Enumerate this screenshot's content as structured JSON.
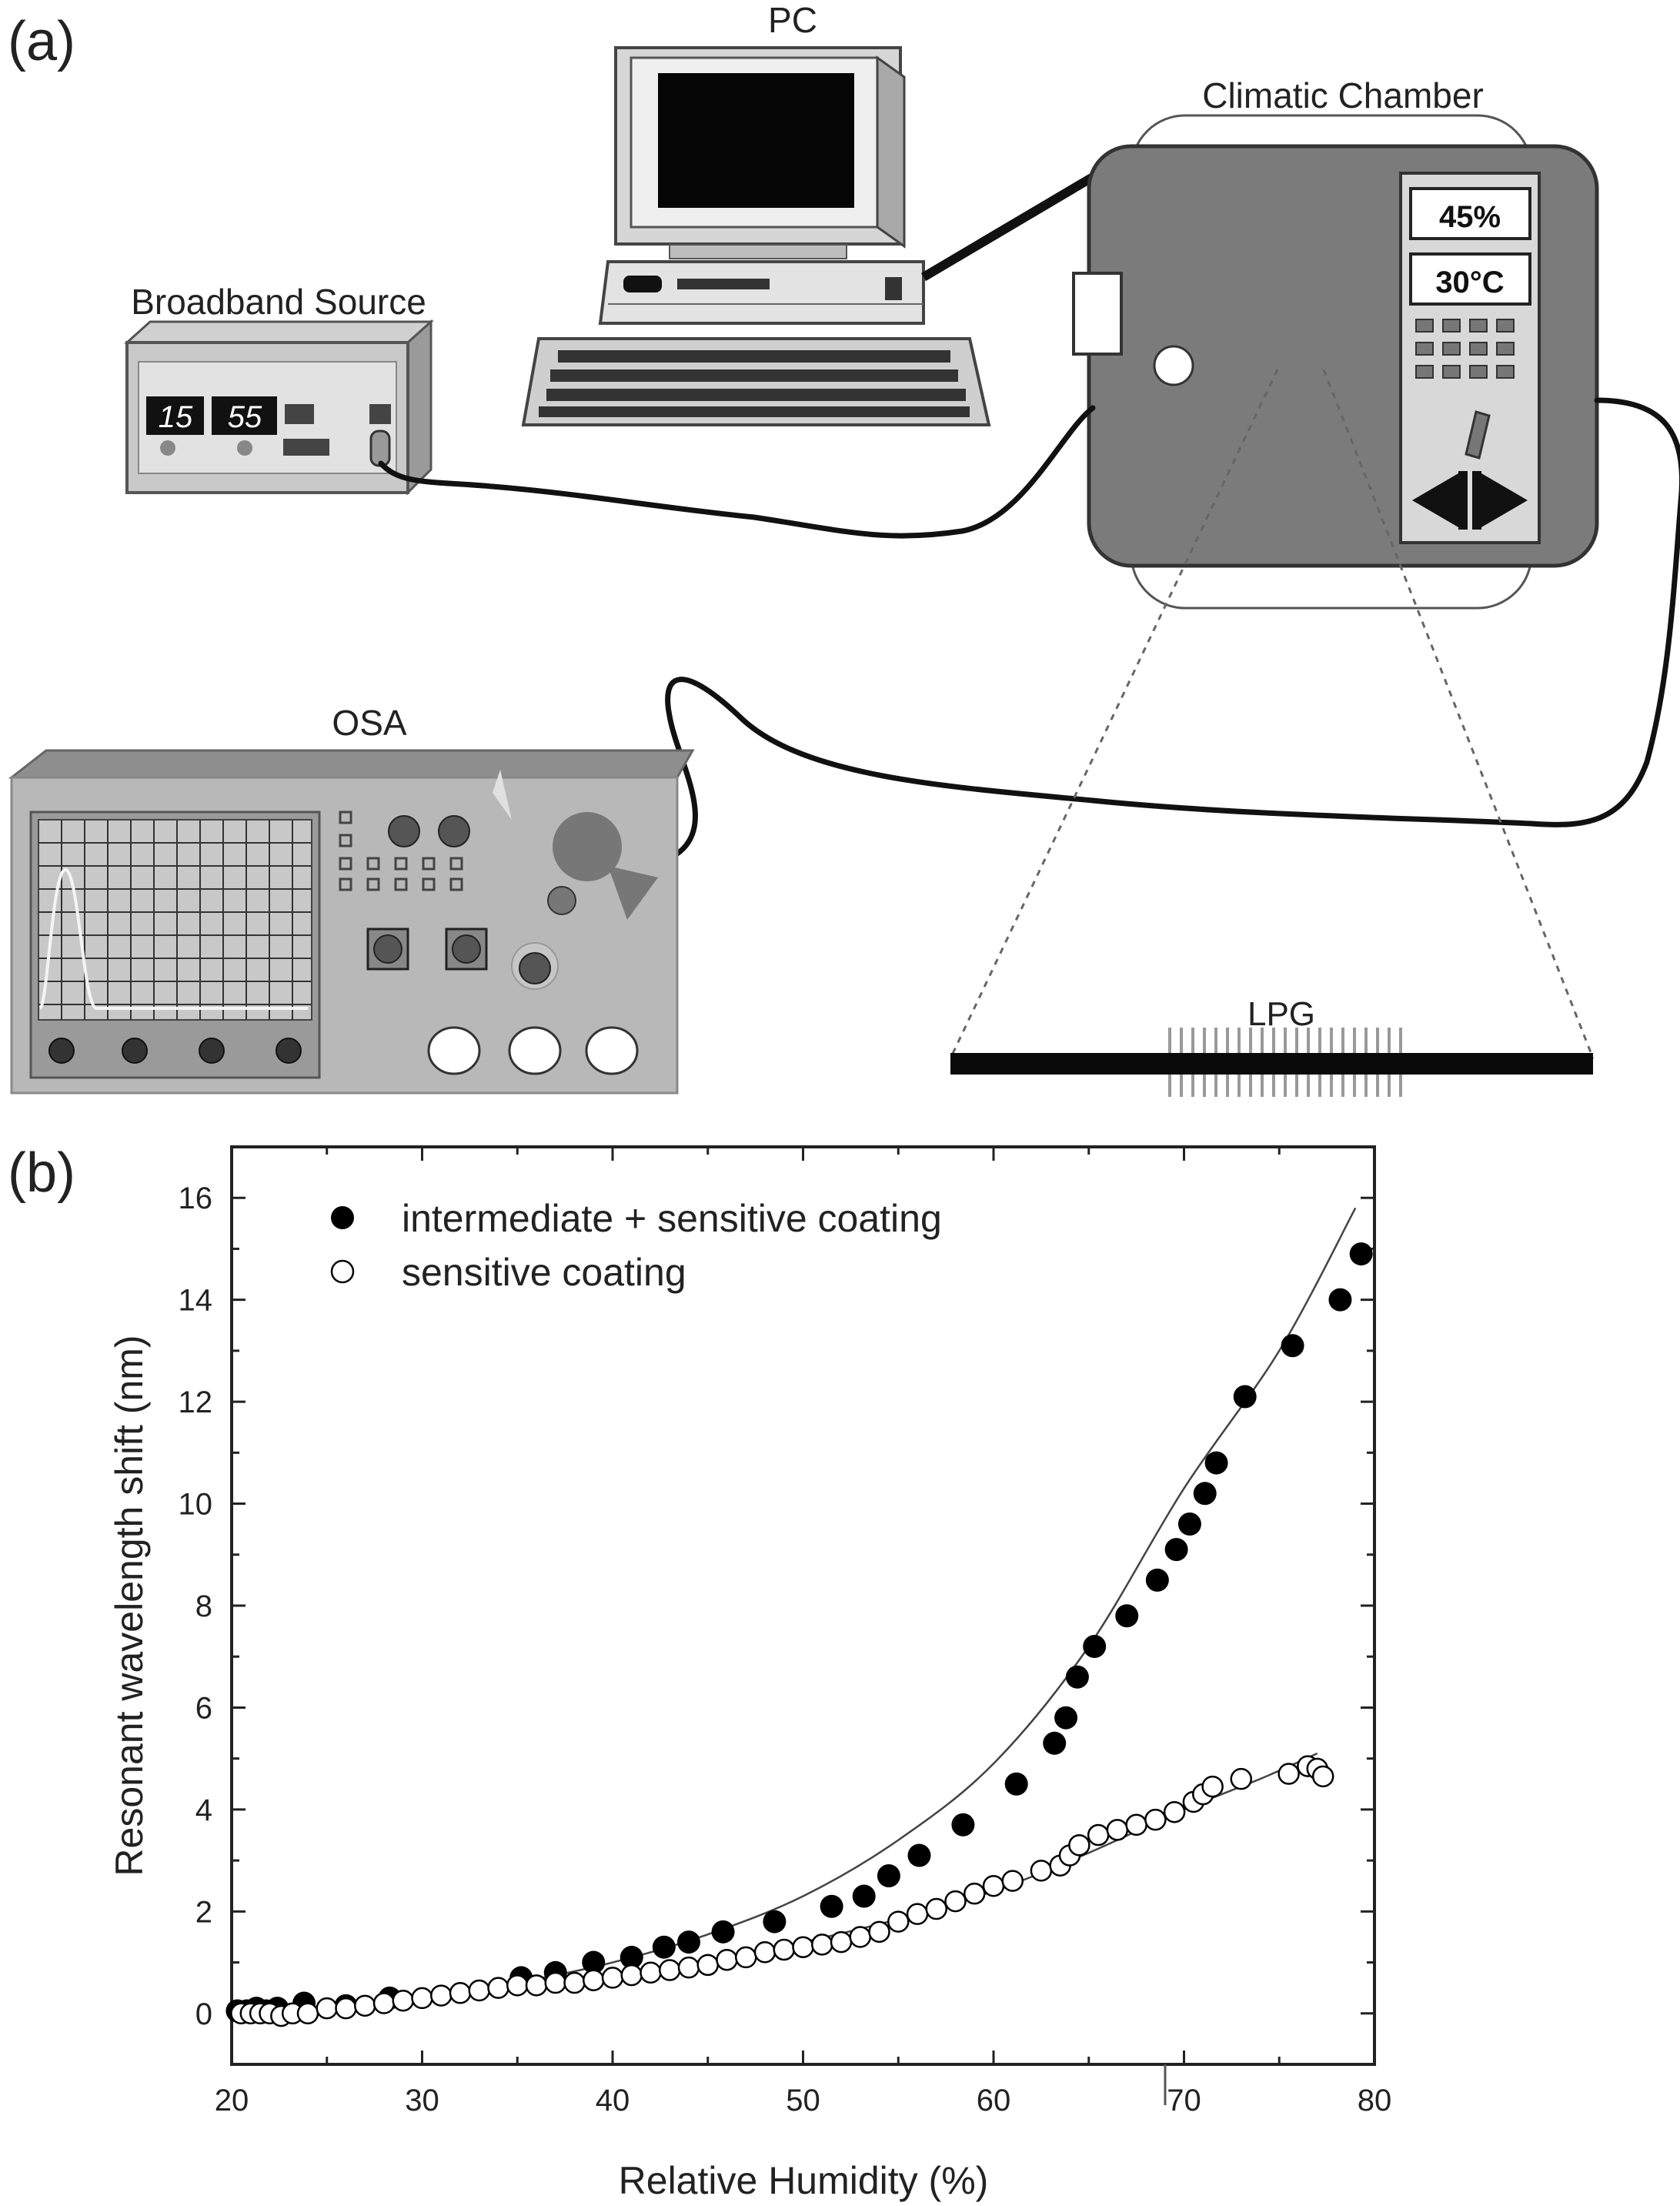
{
  "panel_a": {
    "panel_label": "(a)",
    "labels": {
      "pc": "PC",
      "climatic_chamber": "Climatic Chamber",
      "broadband_source": "Broadband Source",
      "osa": "OSA",
      "lpg": "LPG"
    },
    "chamber_display": {
      "humidity": "45%",
      "temperature": "30°C"
    },
    "source_display": {
      "digits_left": "15",
      "digits_right": "55"
    }
  },
  "panel_b": {
    "panel_label": "(b)"
  },
  "chart_data": {
    "type": "scatter",
    "xlabel": "Relative Humidity (%)",
    "ylabel": "Resonant wavelength shift (nm)",
    "xlim": [
      20,
      80
    ],
    "ylim": [
      -1,
      17
    ],
    "xticks": [
      "20",
      "30",
      "40",
      "50",
      "60",
      "70",
      "80"
    ],
    "yticks": [
      "0",
      "2",
      "4",
      "6",
      "8",
      "10",
      "12",
      "14",
      "16"
    ],
    "legend_position": "top-left",
    "series": [
      {
        "name": "intermediate + sensitive coating",
        "marker": "filled-circle",
        "points": [
          [
            20.3,
            0.05
          ],
          [
            20.8,
            0.05
          ],
          [
            21.3,
            0.1
          ],
          [
            21.8,
            0.05
          ],
          [
            22.4,
            0.1
          ],
          [
            23.8,
            0.2
          ],
          [
            26.0,
            0.15
          ],
          [
            28.3,
            0.3
          ],
          [
            35.2,
            0.7
          ],
          [
            37.0,
            0.8
          ],
          [
            39.0,
            1.0
          ],
          [
            41.0,
            1.1
          ],
          [
            42.7,
            1.3
          ],
          [
            44.0,
            1.4
          ],
          [
            45.8,
            1.6
          ],
          [
            48.5,
            1.8
          ],
          [
            51.5,
            2.1
          ],
          [
            53.2,
            2.3
          ],
          [
            54.5,
            2.7
          ],
          [
            56.1,
            3.1
          ],
          [
            58.4,
            3.7
          ],
          [
            61.2,
            4.5
          ],
          [
            63.2,
            5.3
          ],
          [
            63.8,
            5.8
          ],
          [
            64.4,
            6.6
          ],
          [
            65.3,
            7.2
          ],
          [
            67.0,
            7.8
          ],
          [
            68.6,
            8.5
          ],
          [
            69.6,
            9.1
          ],
          [
            70.3,
            9.6
          ],
          [
            71.1,
            10.2
          ],
          [
            71.7,
            10.8
          ],
          [
            73.2,
            12.1
          ],
          [
            75.7,
            13.1
          ],
          [
            78.2,
            14.0
          ],
          [
            79.3,
            14.9
          ]
        ]
      },
      {
        "name": "sensitive coating",
        "marker": "open-circle",
        "points": [
          [
            20.5,
            0.0
          ],
          [
            21.0,
            0.0
          ],
          [
            21.5,
            0.0
          ],
          [
            22.0,
            0.0
          ],
          [
            22.6,
            -0.05
          ],
          [
            23.2,
            0.0
          ],
          [
            24.0,
            0.0
          ],
          [
            25.0,
            0.1
          ],
          [
            26.0,
            0.1
          ],
          [
            27.0,
            0.15
          ],
          [
            28.0,
            0.2
          ],
          [
            29.0,
            0.25
          ],
          [
            30.0,
            0.3
          ],
          [
            31.0,
            0.35
          ],
          [
            32.0,
            0.4
          ],
          [
            33.0,
            0.45
          ],
          [
            34.0,
            0.5
          ],
          [
            35.0,
            0.55
          ],
          [
            36.0,
            0.55
          ],
          [
            37.0,
            0.6
          ],
          [
            38.0,
            0.6
          ],
          [
            39.0,
            0.65
          ],
          [
            40.0,
            0.7
          ],
          [
            41.0,
            0.75
          ],
          [
            42.0,
            0.8
          ],
          [
            43.0,
            0.85
          ],
          [
            44.0,
            0.9
          ],
          [
            45.0,
            0.95
          ],
          [
            46.0,
            1.05
          ],
          [
            47.0,
            1.1
          ],
          [
            48.0,
            1.2
          ],
          [
            49.0,
            1.25
          ],
          [
            50.0,
            1.3
          ],
          [
            51.0,
            1.35
          ],
          [
            52.0,
            1.4
          ],
          [
            53.0,
            1.5
          ],
          [
            54.0,
            1.6
          ],
          [
            55.0,
            1.8
          ],
          [
            56.0,
            1.95
          ],
          [
            57.0,
            2.05
          ],
          [
            58.0,
            2.2
          ],
          [
            59.0,
            2.35
          ],
          [
            60.0,
            2.5
          ],
          [
            61.0,
            2.6
          ],
          [
            62.5,
            2.8
          ],
          [
            63.5,
            2.9
          ],
          [
            64.0,
            3.1
          ],
          [
            64.5,
            3.3
          ],
          [
            65.5,
            3.5
          ],
          [
            66.5,
            3.6
          ],
          [
            67.5,
            3.7
          ],
          [
            68.5,
            3.8
          ],
          [
            69.5,
            3.95
          ],
          [
            70.5,
            4.15
          ],
          [
            71.0,
            4.3
          ],
          [
            71.5,
            4.45
          ],
          [
            73.0,
            4.6
          ],
          [
            75.5,
            4.7
          ],
          [
            76.5,
            4.85
          ],
          [
            77.0,
            4.8
          ],
          [
            77.3,
            4.65
          ]
        ]
      }
    ],
    "fits": [
      {
        "series": "intermediate + sensitive coating",
        "points": [
          [
            20,
            0.0
          ],
          [
            25,
            0.12
          ],
          [
            30,
            0.3
          ],
          [
            35,
            0.6
          ],
          [
            40,
            1.0
          ],
          [
            45,
            1.55
          ],
          [
            50,
            2.3
          ],
          [
            55,
            3.4
          ],
          [
            60,
            4.9
          ],
          [
            65,
            7.2
          ],
          [
            70,
            10.3
          ],
          [
            75,
            13.0
          ],
          [
            79,
            15.8
          ]
        ]
      },
      {
        "series": "sensitive coating",
        "points": [
          [
            20,
            -0.1
          ],
          [
            25,
            0.1
          ],
          [
            30,
            0.3
          ],
          [
            35,
            0.55
          ],
          [
            40,
            0.78
          ],
          [
            45,
            1.05
          ],
          [
            50,
            1.4
          ],
          [
            55,
            1.85
          ],
          [
            60,
            2.4
          ],
          [
            65,
            3.15
          ],
          [
            70,
            4.0
          ],
          [
            74,
            4.6
          ],
          [
            77,
            5.1
          ]
        ]
      }
    ]
  }
}
